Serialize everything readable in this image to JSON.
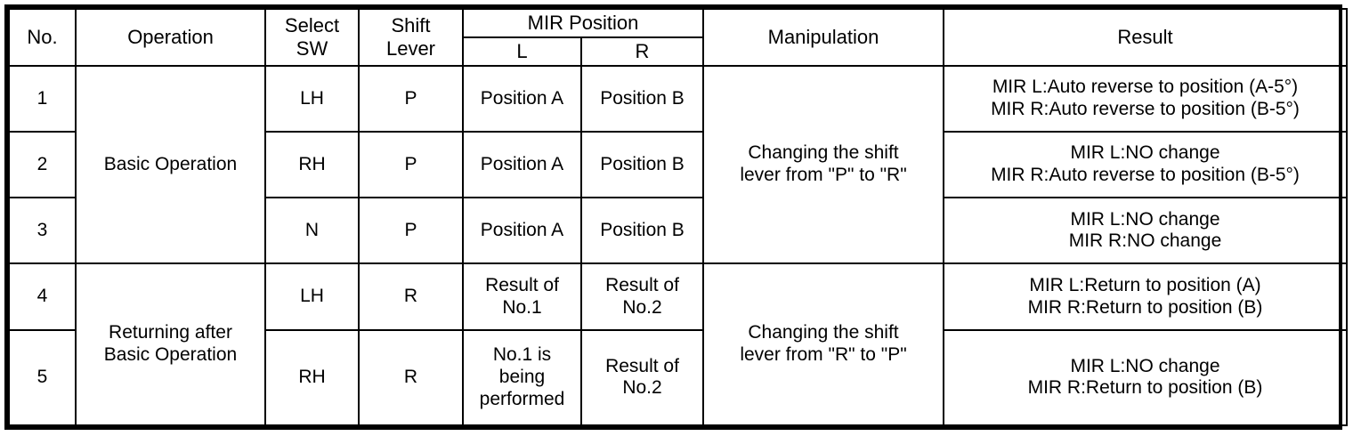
{
  "table": {
    "headers": {
      "no": "No.",
      "operation": "Operation",
      "select_sw_line1": "Select",
      "select_sw_line2": "SW",
      "shift_lever_line1": "Shift",
      "shift_lever_line2": "Lever",
      "mir_position": "MIR Position",
      "mir_l": "L",
      "mir_r": "R",
      "manipulation": "Manipulation",
      "result": "Result"
    },
    "groups": {
      "basic_operation": "Basic Operation",
      "returning_line1": "Returning after",
      "returning_line2": "Basic Operation",
      "manip_p_to_r_line1": "Changing the shift",
      "manip_p_to_r_line2": "lever from \"P\" to \"R\"",
      "manip_r_to_p_line1": "Changing the shift",
      "manip_r_to_p_line2": "lever from \"R\" to \"P\""
    },
    "rows": [
      {
        "no": "1",
        "select_sw": "LH",
        "shift_lever": "P",
        "mir_l": "Position A",
        "mir_r": "Position B",
        "result_line1": "MIR L:Auto reverse to position (A-5°)",
        "result_line2": "MIR R:Auto reverse to position (B-5°)"
      },
      {
        "no": "2",
        "select_sw": "RH",
        "shift_lever": "P",
        "mir_l": "Position A",
        "mir_r": "Position B",
        "result_line1": "MIR L:NO change",
        "result_line2": "MIR R:Auto reverse to position (B-5°)"
      },
      {
        "no": "3",
        "select_sw": "N",
        "shift_lever": "P",
        "mir_l": "Position A",
        "mir_r": "Position B",
        "result_line1": "MIR L:NO change",
        "result_line2": "MIR R:NO change"
      },
      {
        "no": "4",
        "select_sw": "LH",
        "shift_lever": "R",
        "mir_l_line1": "Result of",
        "mir_l_line2": "No.1",
        "mir_r_line1": "Result of",
        "mir_r_line2": "No.2",
        "result_line1": "MIR L:Return to position (A)",
        "result_line2": "MIR R:Return to position (B)"
      },
      {
        "no": "5",
        "select_sw": "RH",
        "shift_lever": "R",
        "mir_l_line1": "No.1 is",
        "mir_l_line2": "being",
        "mir_l_line3": "performed",
        "mir_r_line1": "Result of",
        "mir_r_line2": "No.2",
        "result_line1": "MIR L:NO change",
        "result_line2": "MIR R:Return to position (B)"
      }
    ]
  },
  "colors": {
    "border": "#000000",
    "background": "#ffffff",
    "text": "#000000"
  }
}
